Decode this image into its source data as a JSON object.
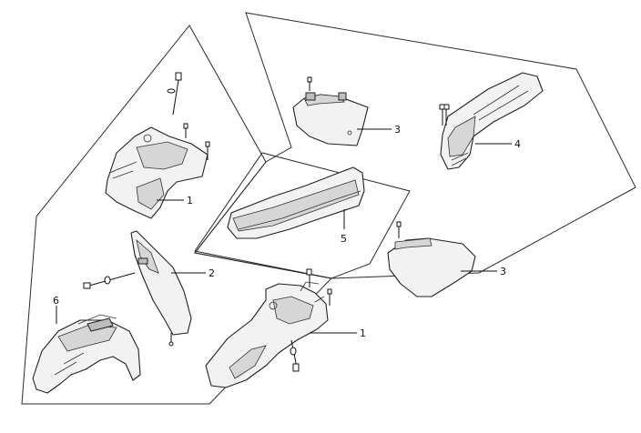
{
  "diagram": {
    "callouts": [
      {
        "part": "front-side-cover-left",
        "label": "1"
      },
      {
        "part": "front-side-cover-right",
        "label": "1"
      },
      {
        "part": "side-panel",
        "label": "2"
      },
      {
        "part": "rear-side-cover-top",
        "label": "3"
      },
      {
        "part": "rear-side-cover-bottom",
        "label": "3"
      },
      {
        "part": "rear-fender",
        "label": "4"
      },
      {
        "part": "seat",
        "label": "5"
      },
      {
        "part": "front-fender",
        "label": "6"
      }
    ]
  },
  "colors": {
    "line": "#222222",
    "panel_fill": "#f2f2f2",
    "shade": "#d6d6d6",
    "background": "#ffffff"
  }
}
